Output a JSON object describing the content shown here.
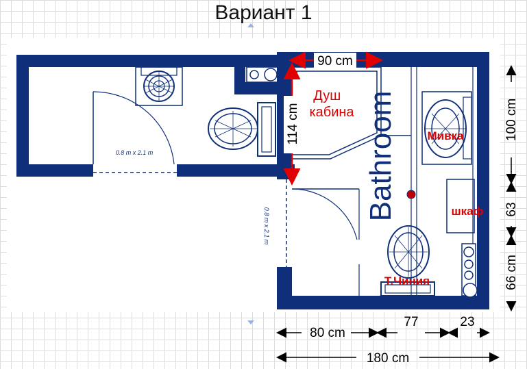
{
  "title": "Вариант 1",
  "room_label": "Bathroom",
  "door_label_top": "0.8 m x 2.1 m",
  "door_label_side": "0.8 m x 2.1 m",
  "fixtures": {
    "shower": "Душ\nкабина",
    "sink": "Мивка",
    "cabinet": "шкаф",
    "toilet": "Т.Чиния"
  },
  "dimensions": {
    "shower_width": "90 cm",
    "shower_depth": "114 cm",
    "right_top": "100 cm",
    "right_mid": "63",
    "right_bottom": "66 cm",
    "bottom_left": "80 cm",
    "bottom_mid": "77",
    "bottom_right": "23",
    "bottom_total": "180 cm"
  },
  "colors": {
    "wall": "#0f2f7a",
    "floor": "#ffffff",
    "arrow_red": "#e00000",
    "label_red": "#e00000",
    "dim_black": "#000000",
    "marker": "#c00000"
  }
}
